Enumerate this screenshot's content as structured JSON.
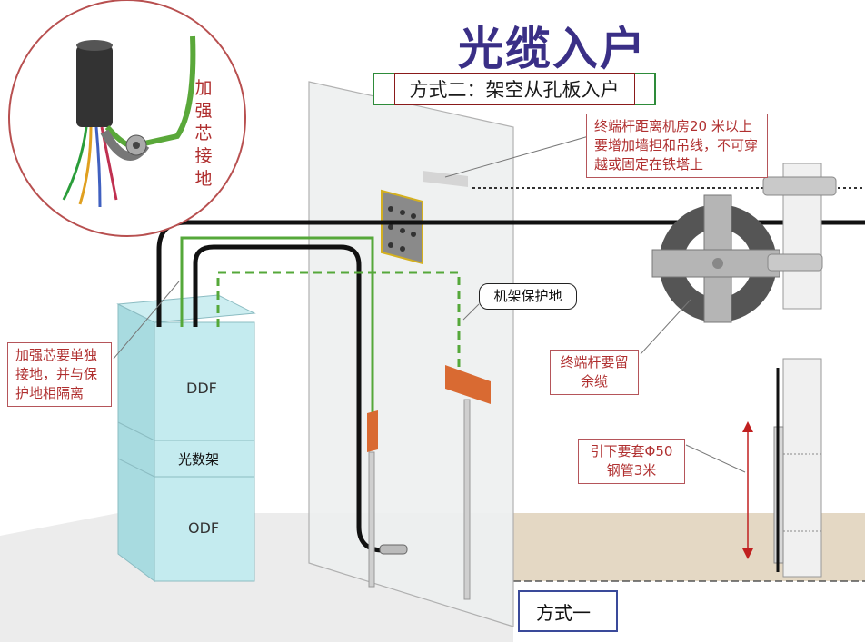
{
  "title": "光缆入户",
  "method_box": "方式二：架空从孔板入户",
  "inset_label": "加强芯接地",
  "notes": {
    "pole_distance": "终端杆距离机房20 米以上要增加墙担和吊线，不可穿越或固定在铁塔上",
    "rack_ground": "机架保护地",
    "core_ground": "加强芯要单独接地，并与保护地相隔离",
    "slack": "终端杆要留余缆",
    "steel_pipe": "引下要套Φ50钢管3米"
  },
  "rack": {
    "ddf": "DDF",
    "optical": "光数架",
    "odf": "ODF"
  },
  "bottom_method": "方式一",
  "colors": {
    "title": "#3a2f86",
    "note_text": "#b03030",
    "ground_wire": "#55a83a",
    "cable": "#111111",
    "rack_fill": "#bfe8ec"
  }
}
